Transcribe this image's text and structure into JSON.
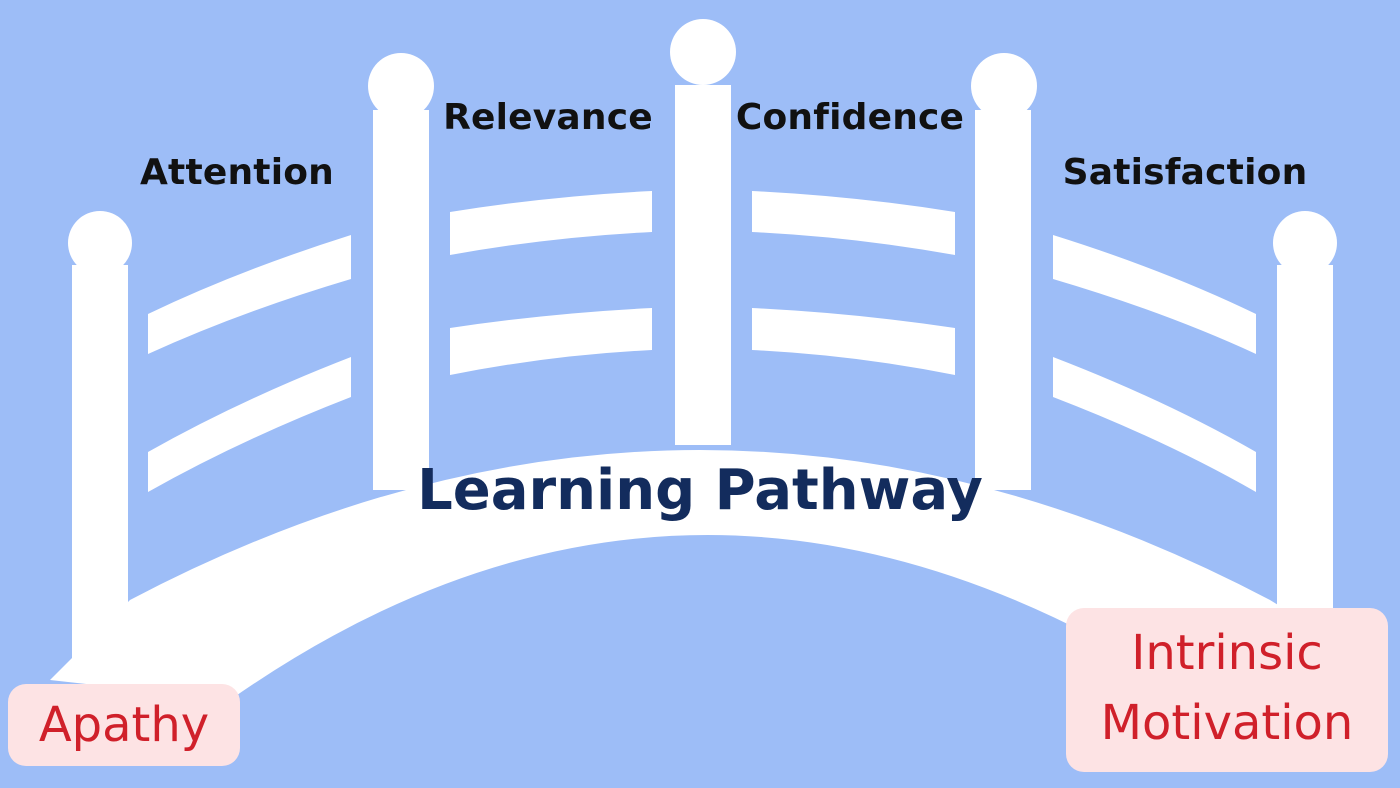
{
  "colors": {
    "background": "#9dbdf7",
    "bridge": "#ffffff",
    "stage_text": "#111111",
    "title_text": "#132c5d",
    "endpoint_text": "#d0202a",
    "endpoint_fill": "#fde3e4"
  },
  "diagram": {
    "title": "Learning Pathway",
    "stages": [
      "Attention",
      "Relevance",
      "Confidence",
      "Satisfaction"
    ],
    "start": "Apathy",
    "end_line1": "Intrinsic",
    "end_line2": "Motivation"
  }
}
